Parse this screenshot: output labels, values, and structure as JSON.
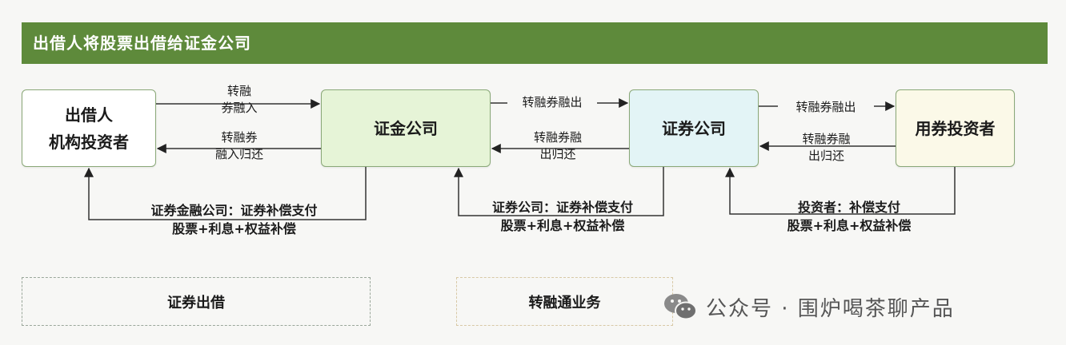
{
  "header": {
    "title": "出借人将股票出借给证金公司"
  },
  "nodes": {
    "lender": {
      "line1": "出借人",
      "line2": "机构投资者"
    },
    "csf": {
      "label": "证金公司"
    },
    "broker": {
      "label": "证券公司"
    },
    "investor": {
      "label": "用券投资者"
    }
  },
  "arrows": {
    "lend_in": {
      "line1": "转融",
      "line2": "券融入"
    },
    "lend_return": {
      "line1": "转融券",
      "line2": "融入归还"
    },
    "csf_out": {
      "label": "转融券融出"
    },
    "csf_return": {
      "line1": "转融券融",
      "line2": "出归还"
    },
    "broker_out": {
      "label": "转融券融出"
    },
    "broker_return": {
      "line1": "转融券融",
      "line2": "出归还"
    }
  },
  "bottom_flows": {
    "csf_pay": {
      "line1": "证券金融公司：证券补偿支付",
      "line2": "股票+利息+权益补偿"
    },
    "broker_pay": {
      "line1": "证券公司：证券补偿支付",
      "line2": "股票+利息+权益补偿"
    },
    "investor_pay": {
      "line1": "投资者：补偿支付",
      "line2": "股票+利息+权益补偿"
    }
  },
  "groups": {
    "lending": "证券出借",
    "refinancing": "转融通业务"
  },
  "watermark": {
    "text": "公众号 · 围炉喝茶聊产品",
    "icon": "wechat-icon"
  },
  "colors": {
    "header": "#5e8a3b",
    "csf_fill": "#e6f4d7",
    "broker_fill": "#e3f4f6",
    "investor_fill": "#fbf9e8"
  }
}
